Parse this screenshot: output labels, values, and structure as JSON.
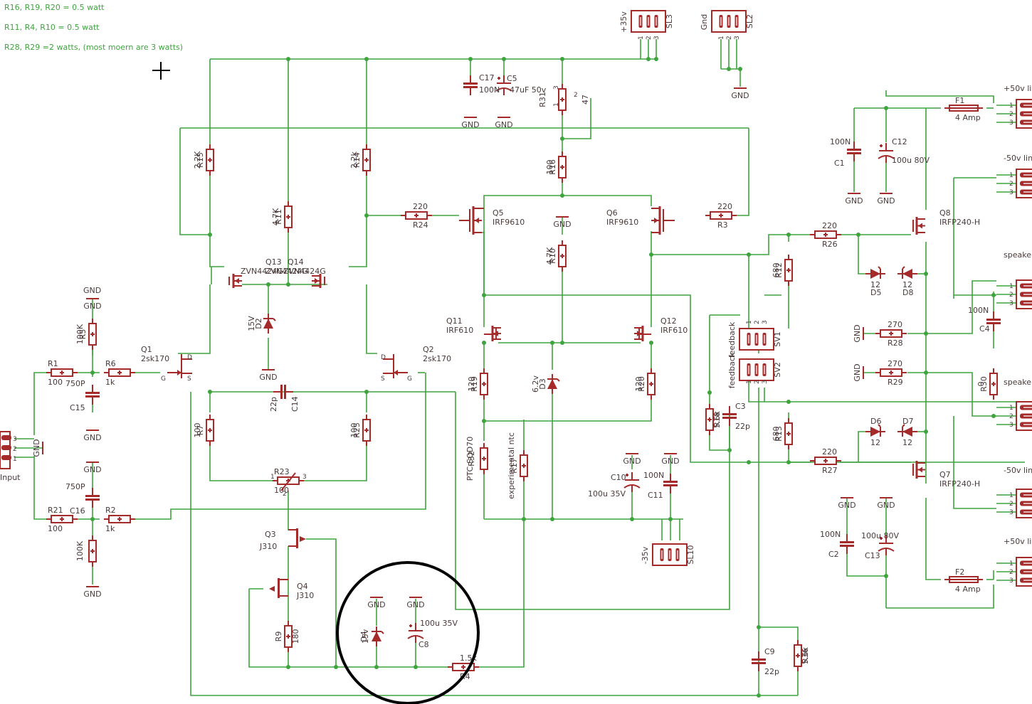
{
  "notes": [
    "R16, R19, R20 = 0.5 watt",
    "R11, R4, R10 = 0.5 watt",
    "R28, R29 =2 watts, (most moern are 3 watts)"
  ],
  "parts": {
    "R1": [
      "R1",
      "100"
    ],
    "R2": [
      "R2",
      "1k"
    ],
    "R3": [
      "R3",
      "220"
    ],
    "R4": [
      "R4",
      "1.5k"
    ],
    "R5": [
      "R5",
      "100K"
    ],
    "R6": [
      "R6",
      "1k"
    ],
    "R7": [
      "R7",
      "100"
    ],
    "R9": [
      "R9",
      "180"
    ],
    "R10": [
      "R10",
      "4.7K"
    ],
    "R11": [
      "R11",
      "4.7K"
    ],
    "R12": [
      "R12",
      "680"
    ],
    "R13": [
      "R13",
      "680"
    ],
    "R14": [
      "R14",
      "2.2k"
    ],
    "R15": [
      "R15",
      "2.2K"
    ],
    "R16": [
      "R16",
      "100"
    ],
    "R17": [
      "R17",
      "experimental ntc"
    ],
    "R18": [
      "R18",
      "5.6k"
    ],
    "R19": [
      "R19",
      "120"
    ],
    "R20": [
      "R20",
      "120"
    ],
    "R21": [
      "R21",
      "100"
    ],
    "R22": [
      "",
      "100K"
    ],
    "R23": [
      "R23",
      "100"
    ],
    "R24": [
      "R24",
      "220"
    ],
    "R25": [
      "R25",
      "100"
    ],
    "R26": [
      "R26",
      "220"
    ],
    "R27": [
      "R27",
      "220"
    ],
    "R28": [
      "R28",
      "270"
    ],
    "R29": [
      "R29",
      "270"
    ],
    "R30": [
      "R30",
      "0"
    ],
    "R31": [
      "R31",
      "47"
    ],
    "R32": [
      "R32",
      "PTC-SOD70"
    ],
    "R36": [
      "R36",
      "5.6k"
    ],
    "C1": [
      "C1",
      "100N"
    ],
    "C2": [
      "C2",
      "100N"
    ],
    "C3": [
      "C3",
      "22p"
    ],
    "C4": [
      "C4",
      "100N"
    ],
    "C5": [
      "C5",
      "47uF 50v"
    ],
    "C8": [
      "C8",
      "100u 35V"
    ],
    "C9": [
      "C9",
      "22p"
    ],
    "C10": [
      "C10",
      "100u 35V"
    ],
    "C11": [
      "C11",
      "100N"
    ],
    "C12": [
      "C12",
      "100u 80V"
    ],
    "C13": [
      "C13",
      "100u 80V"
    ],
    "C14": [
      "C14",
      "22p"
    ],
    "C15": [
      "C15",
      "750P"
    ],
    "C16": [
      "C16",
      "750P"
    ],
    "C17": [
      "C17",
      "100N"
    ],
    "D2": [
      "D2",
      "15V"
    ],
    "D3": [
      "D3",
      "6.2v"
    ],
    "D4": [
      "D4",
      "15v"
    ],
    "D5": [
      "D5",
      "12"
    ],
    "D6": [
      "D6",
      "12"
    ],
    "D7": [
      "D7",
      "12"
    ],
    "D8": [
      "D8",
      "12"
    ],
    "Q1": [
      "Q1",
      "2sk170"
    ],
    "Q2": [
      "Q2",
      "2sk170"
    ],
    "Q3": [
      "Q3",
      "J310"
    ],
    "Q4": [
      "Q4",
      "J310"
    ],
    "Q5": [
      "Q5",
      "IRF9610"
    ],
    "Q6": [
      "Q6",
      "IRF9610"
    ],
    "Q7": [
      "Q7",
      "IRFP240-H"
    ],
    "Q8": [
      "Q8",
      "IRFP240-H"
    ],
    "Q11": [
      "Q11",
      "IRF610"
    ],
    "Q12": [
      "Q12",
      "IRF610"
    ],
    "Q13": [
      "Q13",
      "ZVN4424G"
    ],
    "Q14": [
      "Q14",
      "ZVN4424G"
    ],
    "F1": [
      "F1",
      "4 Amp"
    ],
    "F2": [
      "F2",
      "4 Amp"
    ]
  },
  "connectors": {
    "SL3": [
      "SL3",
      "+35v"
    ],
    "SL2": [
      "SL2",
      "Gnd"
    ],
    "SL10": [
      "SL10",
      "-35v"
    ],
    "SV1": [
      "SV1",
      "feedback"
    ],
    "SV2": [
      "SV2",
      "feedback"
    ],
    "IN": [
      "",
      "Input"
    ],
    "K1": [
      "",
      "+50v line"
    ],
    "K2": [
      "",
      "-50v line"
    ],
    "K3": [
      "",
      "speaker out"
    ],
    "K4": [
      "",
      "speaker out"
    ],
    "K5": [
      "",
      "-50v line"
    ],
    "K6": [
      "",
      "+50v line"
    ]
  },
  "gnd_label": "GND",
  "pin_labels": {
    "one": "1",
    "two": "2",
    "three": "3",
    "d": "D",
    "s": "S",
    "g": "G"
  },
  "colors": {
    "wire": "#3ea43e",
    "part": "#a52a2a",
    "text": "#4a3a3a",
    "annotation_circle": "#000000"
  }
}
